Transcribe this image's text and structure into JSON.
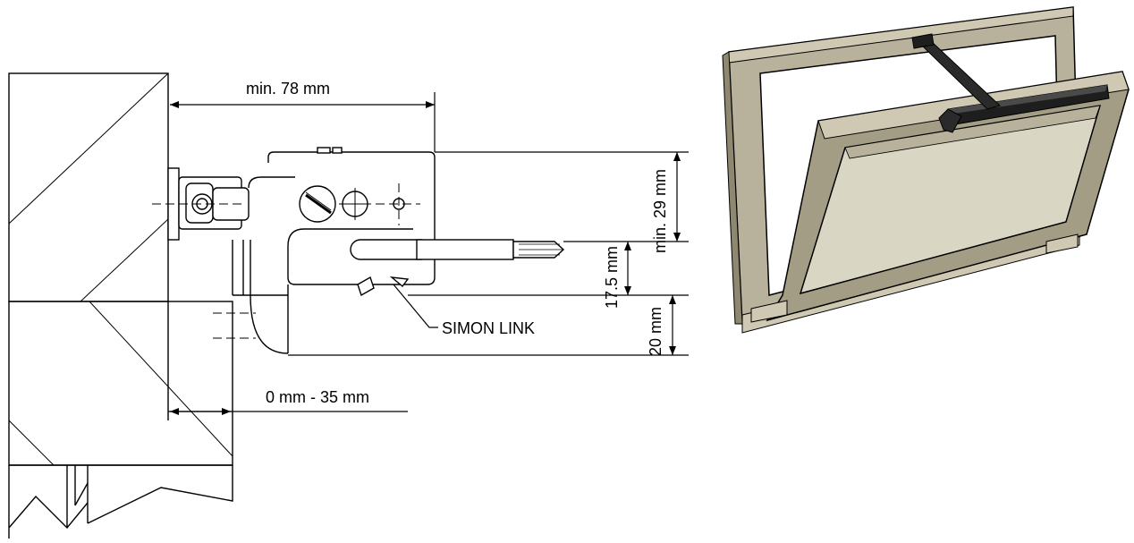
{
  "labels": {
    "top_width": "min. 78 mm",
    "height_top": "min. 29 mm",
    "height_mid": "17.5 mm",
    "height_bottom": "20 mm",
    "offset": "0 mm - 35 mm",
    "part_name": "SIMON LINK"
  },
  "colors": {
    "frame": "#b8b29c",
    "frame_dark": "#8e8870",
    "glass": "#d9d7c4",
    "actuator": "#1e1e1e",
    "line": "#000000"
  }
}
